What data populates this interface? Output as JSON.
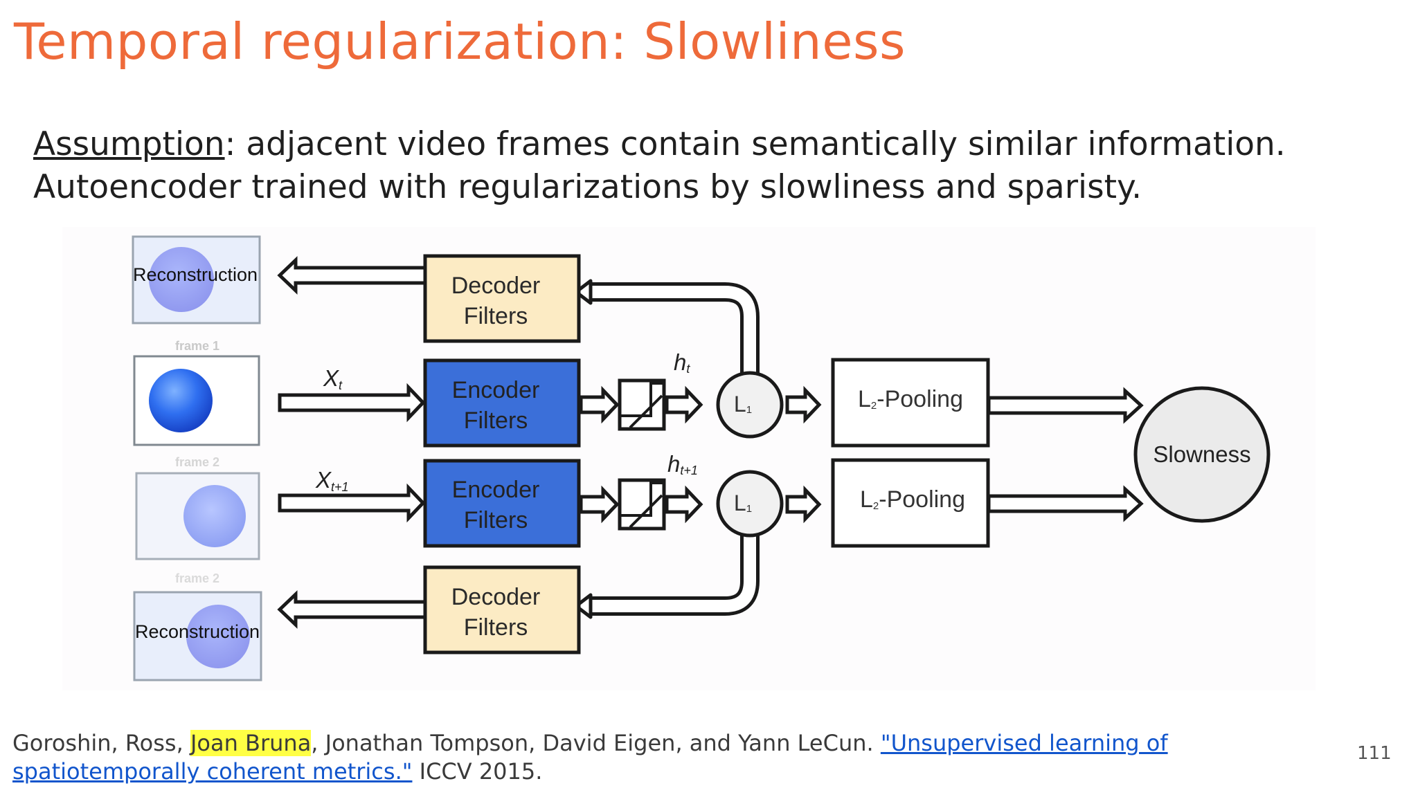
{
  "slide": {
    "title": "Temporal regularization: Slowliness",
    "assumption_label": "Assumption",
    "assumption_text": ": adjacent video frames contain semantically similar information.",
    "line2": "Autoencoder trained with regularizations by slowliness and sparisty."
  },
  "diagram": {
    "reconstruction_top": "Reconstruction",
    "reconstruction_bottom": "Reconstruction",
    "frame1_label": "frame 1",
    "frame2_label_a": "frame 2",
    "frame2_label_b": "frame 2",
    "decoder_top": [
      "Decoder",
      "Filters"
    ],
    "encoder_t": [
      "Encoder",
      "Filters"
    ],
    "encoder_t1": [
      "Encoder",
      "Filters"
    ],
    "decoder_bottom": [
      "Decoder",
      "Filters"
    ],
    "x_t": "X",
    "x_t_sub": "t",
    "x_t1": "X",
    "x_t1_sub": "t+1",
    "h_t": "h",
    "h_t_sub": "t",
    "h_t1": "h",
    "h_t1_sub": "t+1",
    "l1_a": "L",
    "l1_a_sub": "1",
    "l1_b": "L",
    "l1_b_sub": "1",
    "pool_a": "L",
    "pool_a_sub": "2",
    "pool_a_text": "-Pooling",
    "pool_b": "L",
    "pool_b_sub": "2",
    "pool_b_text": "-Pooling",
    "slowness": "Slowness",
    "colors": {
      "decoder_fill": "#fcebc4",
      "encoder_fill": "#3b6fd9",
      "encoder_text": "#222222"
    }
  },
  "citation": {
    "authors_pre": "Goroshin, Ross, ",
    "highlighted_author": "Joan Bruna",
    "authors_post": ", Jonathan Tompson, David Eigen, and Yann LeCun. ",
    "link_text": "\"Unsupervised learning of spatiotemporally coherent metrics.\"",
    "venue": " ICCV 2015."
  },
  "page_number": "111",
  "colors": {
    "title": "#ee6a3a",
    "highlight": "#ffff44",
    "link": "#1155cc"
  }
}
